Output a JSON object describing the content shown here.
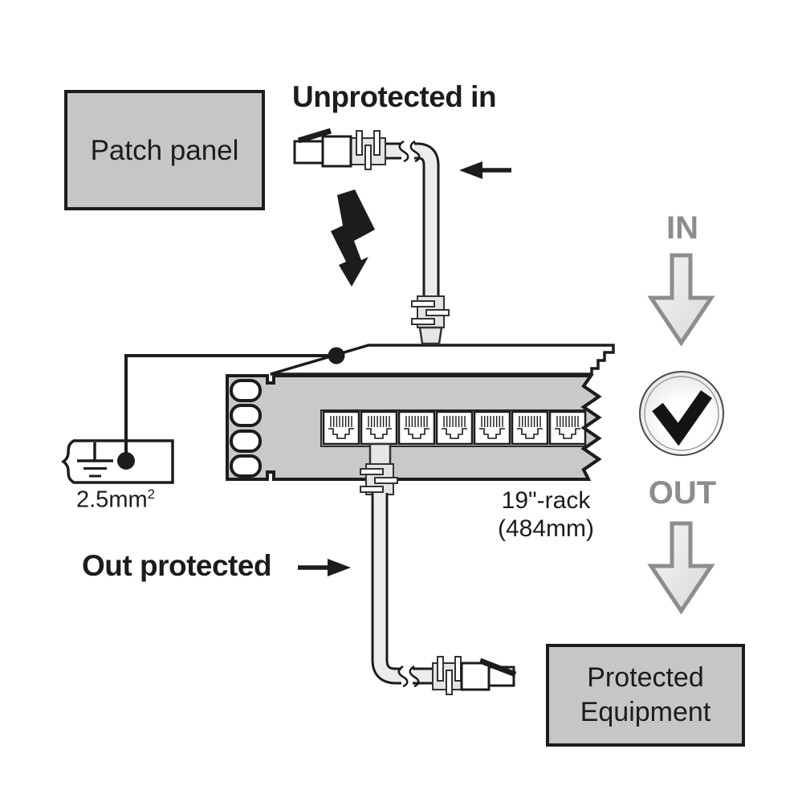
{
  "diagram": {
    "unprotected_in": "Unprotected in",
    "patch_panel": "Patch panel",
    "ground_gauge": "2.5mm",
    "ground_gauge_exp": "2",
    "out_protected": "Out protected",
    "rack_label_line1": "19\"-rack",
    "rack_label_line2": "(484mm)",
    "flow_in": "IN",
    "flow_out": "OUT",
    "protected_equipment_line1": "Protected",
    "protected_equipment_line2": "Equipment"
  },
  "icons": {
    "lightning": "lightning-bolt",
    "check": "checkmark-in-circle",
    "arrow_left": "arrow-left",
    "arrow_right": "arrow-right",
    "arrow_down": "arrow-down",
    "ground": "earth-ground-symbol",
    "plug": "rj45-plug",
    "jack": "rj45-jack"
  },
  "colors": {
    "outline": "#1c1c1c",
    "box_fill": "#c6c6c6",
    "panel_fill": "#c9c9c9",
    "flow_gray": "#8d8d8d",
    "cable_fill": "#ececec",
    "boot_fill": "#e4e4e4"
  }
}
